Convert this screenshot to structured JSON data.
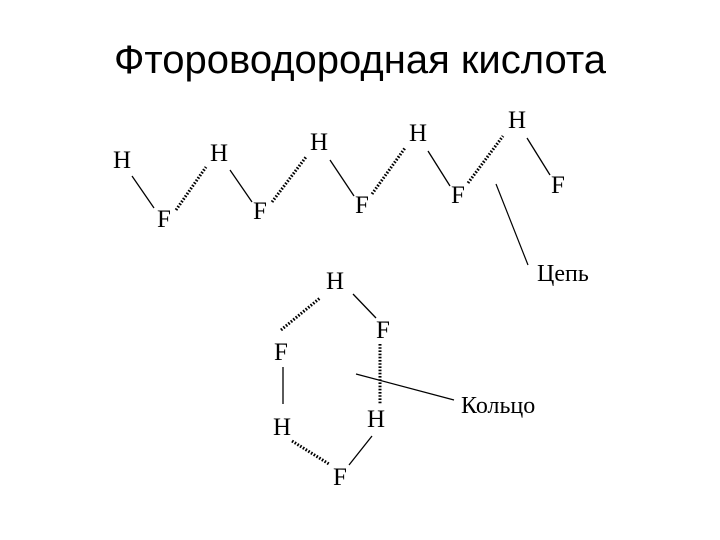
{
  "title": "Фтороводородная кислота",
  "chain": {
    "label": "Цепь",
    "atoms": [
      "H",
      "F",
      "H",
      "F",
      "H",
      "F",
      "H",
      "F",
      "H",
      "F"
    ]
  },
  "ring": {
    "label": "Кольцо",
    "atoms": [
      "H",
      "F",
      "F",
      "H",
      "H",
      "F"
    ]
  }
}
